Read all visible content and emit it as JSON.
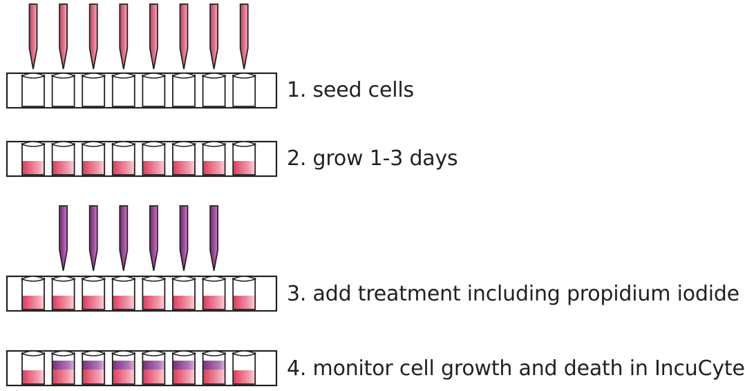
{
  "steps": [
    {
      "label": "1. seed cells",
      "well_fill": [
        "empty",
        "empty",
        "empty",
        "empty",
        "empty",
        "empty",
        "empty",
        "empty"
      ],
      "pipettes": "pink",
      "pipette_columns": [
        0,
        1,
        2,
        3,
        4,
        5,
        6,
        7
      ]
    },
    {
      "label": "2. grow 1-3 days",
      "well_fill": [
        "medium",
        "medium",
        "medium",
        "medium",
        "medium",
        "medium",
        "medium",
        "medium"
      ],
      "pipettes": "none",
      "pipette_columns": []
    },
    {
      "label": "3. add treatment including propidium iodide",
      "well_fill": [
        "medium",
        "medium",
        "medium",
        "medium",
        "medium",
        "medium",
        "medium",
        "medium"
      ],
      "pipettes": "purple",
      "pipette_columns": [
        1,
        2,
        3,
        4,
        5,
        6
      ]
    },
    {
      "label": "4. monitor cell growth and death in IncuCyte",
      "well_fill": [
        "medium",
        "treated",
        "treated",
        "treated",
        "treated",
        "treated",
        "treated",
        "medium"
      ],
      "pipettes": "none",
      "pipette_columns": []
    }
  ],
  "colors": {
    "outline": "#231f20",
    "pink_pipette": "#d9637a",
    "purple_pipette": "#9a3a8c",
    "medium": "#dc3c5c",
    "medium_light": "#f6c6cf",
    "treated": "#8a3a8a"
  }
}
